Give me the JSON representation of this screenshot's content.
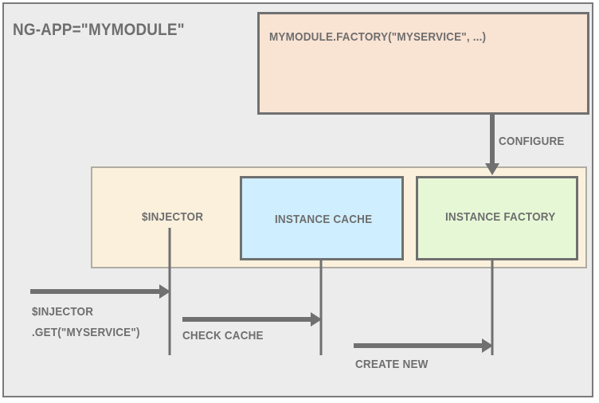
{
  "module_label": "NG-APP=\"MYMODULE\"",
  "factory_label": "MYMODULE.FACTORY(\"MYSERVICE\", ...)",
  "configure_label": "CONFIGURE",
  "injector_label": "$INJECTOR",
  "instance_cache_label": "INSTANCE CACHE",
  "instance_factory_label": "INSTANCE FACTORY",
  "call_label_line1": "$INJECTOR",
  "call_label_line2": ".GET(\"MYSERVICE\")",
  "check_cache_label": "CHECK CACHE",
  "create_new_label": "CREATE NEW",
  "colors": {
    "frame_bg": "#ececec",
    "factory_box": "#f9e3d3",
    "injector_box": "#faf0dc",
    "instance_cache": "#cfeeff",
    "instance_factory": "#e6f7d6",
    "lines": "#707070"
  }
}
